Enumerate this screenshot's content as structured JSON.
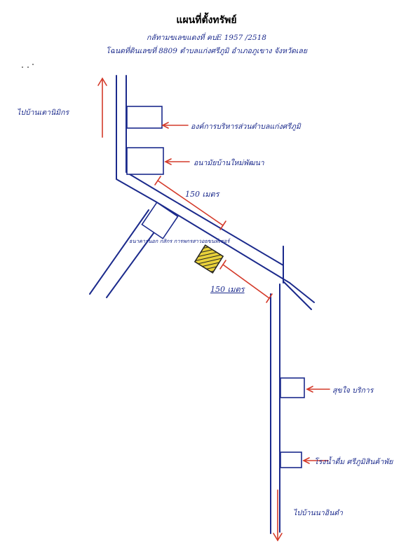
{
  "header": {
    "title": "แผนที่ตั้งทรัพย์",
    "line1": "กลัทามขเลขแดงที่ คบE 1957 /2518",
    "line2": "โฉนดที่ดินเลขที่ 8809 ตำบลแก่งศรีภูมิ อำเภอภูเขาง จังหวัดเลย"
  },
  "directions": {
    "north": "ไปบ้านเตานิมิกร",
    "south": "ไปบ้านนาอินดำ"
  },
  "landmarks": {
    "subdistrict_office": "องค์การบริหารส่วนตำบลแก่งศรีภูมิ",
    "school": "อนามัยบ้านใหม่พัฒนา",
    "court_office": "ธนาคารนอก กสิกร การพกรสาวอยขนท์เซอร์",
    "shop": "สุขใจ บริการ",
    "water_shop": "โรงน้ำดื่ม ศรีภูมิสินค้าพัย"
  },
  "distances": {
    "upper": "150 เมตร",
    "lower": "150 เมตร"
  },
  "colors": {
    "road_ink": "#1b2a8c",
    "arrow_red": "#d43a2a",
    "property_fill": "#e8d13a"
  }
}
